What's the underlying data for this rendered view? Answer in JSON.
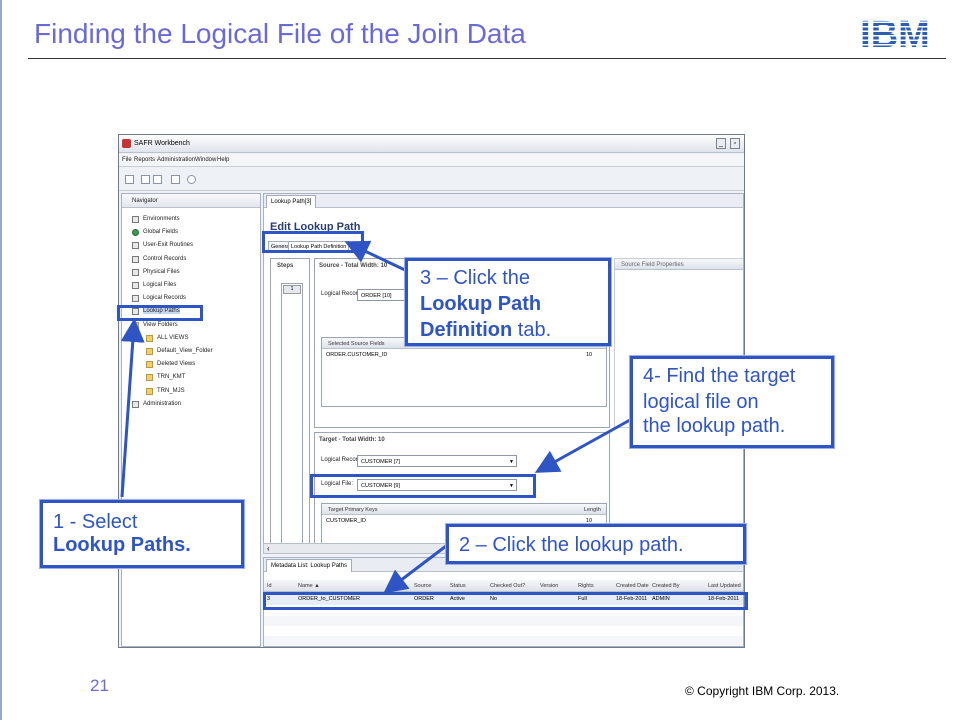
{
  "slide": {
    "title": "Finding the Logical File of the Join Data",
    "page_number": "21",
    "copyright": "© Copyright  IBM Corp. 2013.",
    "logo": "IBM",
    "accent_color": "#6a6ad6",
    "callout_color": "#2f55c4"
  },
  "app": {
    "window_title": "SAFR Workbench",
    "menu": [
      "File",
      "Reports",
      "Administration",
      "Window",
      "Help"
    ],
    "navigator": {
      "tab_label": "Navigator",
      "items": [
        {
          "label": "Environments",
          "icon": "environments-icon"
        },
        {
          "label": "Global Fields",
          "icon": "globe-icon"
        },
        {
          "label": "User-Exit Routines",
          "icon": "routine-icon"
        },
        {
          "label": "Control Records",
          "icon": "record-icon"
        },
        {
          "label": "Physical Files",
          "icon": "file-icon"
        },
        {
          "label": "Logical Files",
          "icon": "file-icon"
        },
        {
          "label": "Logical Records",
          "icon": "record-icon"
        },
        {
          "label": "Lookup Paths",
          "icon": "lookup-path-icon",
          "selected": true
        },
        {
          "label": "View Folders",
          "icon": "folder-icon"
        },
        {
          "label": "ALL VIEWS",
          "icon": "folder-icon"
        },
        {
          "label": "Default_View_Folder",
          "icon": "folder-icon"
        },
        {
          "label": "Deleted Views",
          "icon": "folder-icon"
        },
        {
          "label": "TRN_KMT",
          "icon": "folder-icon"
        },
        {
          "label": "TRN_MJS",
          "icon": "folder-icon"
        },
        {
          "label": "Administration",
          "icon": "admin-icon"
        }
      ]
    },
    "editor": {
      "tab_label": "Lookup Path[3]",
      "heading": "Edit Lookup Path",
      "subtabs": [
        "General",
        "Lookup Path Definition"
      ],
      "steps_label": "Steps",
      "step_value": "1",
      "source": {
        "header": "Source - Total Width: 10",
        "logical_record_label": "Logical Record:",
        "logical_record_value": "ORDER [10]",
        "fields_header": "Selected Source Fields",
        "field_value": "ORDER.CUSTOMER_ID",
        "field_length": "10"
      },
      "properties_header": "Source Field Properties",
      "target": {
        "header": "Target - Total Width: 10",
        "logical_record_label": "Logical Record:",
        "logical_record_value": "CUSTOMER [7]",
        "logical_file_label": "Logical File:",
        "logical_file_value": "CUSTOMER [9]",
        "keys_header": "Target Primary Keys",
        "length_header": "Length",
        "key_value": "CUSTOMER_ID",
        "key_length": "10"
      }
    },
    "metadata": {
      "tab_label": "Metadata List: Lookup Paths",
      "columns": [
        "Id",
        "Name ▲",
        "Source",
        "Status",
        "Checked Out?",
        "Version",
        "Rights",
        "Created Date",
        "Created By",
        "Last Updated"
      ],
      "row": [
        "3",
        "ORDER_to_CUSTOMER",
        "ORDER",
        "Active",
        "No",
        "",
        "Full",
        "18-Feb-2011",
        "ADMIN",
        "18-Feb-2011"
      ]
    }
  },
  "callouts": {
    "c1_line1": "1 - Select",
    "c1_bold": "Lookup Paths.",
    "c2": "2 – Click the lookup path.",
    "c3_line1": "3 – Click the",
    "c3_bold1": "Lookup Path",
    "c3_bold2": "Definition",
    "c3_tail": " tab.",
    "c4_line1": "4- Find the target",
    "c4_line2": "logical file on",
    "c4_line3": "the lookup path."
  }
}
